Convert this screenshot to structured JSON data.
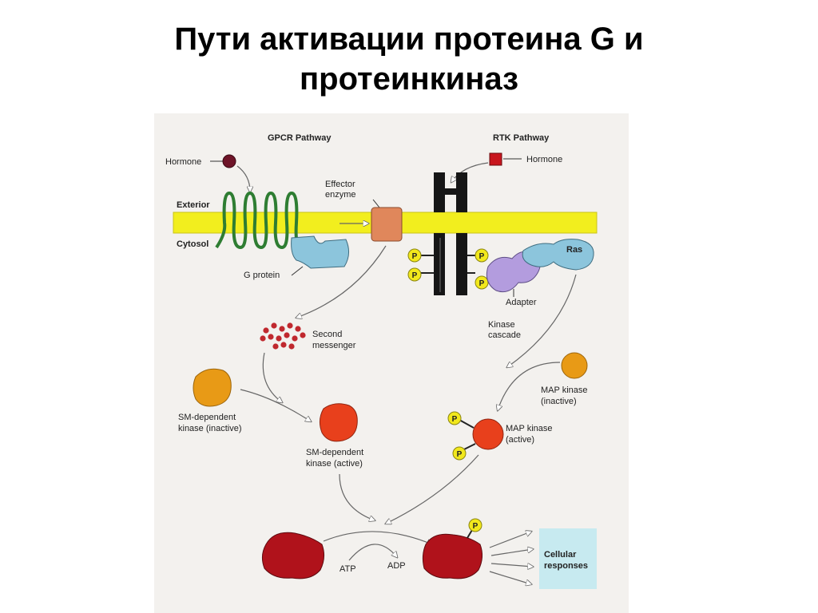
{
  "title": {
    "line1": "Пути активации протеина G и",
    "line2": "протеинкиназ"
  },
  "diagram": {
    "gpcr_pathway": "GPCR Pathway",
    "rtk_pathway": "RTK Pathway",
    "hormone_left": "Hormone",
    "hormone_right": "Hormone",
    "exterior": "Exterior",
    "cytosol": "Cytosol",
    "effector_line1": "Effector",
    "effector_line2": "enzyme",
    "g_protein": "G protein",
    "ras": "Ras",
    "adapter": "Adapter",
    "p": "P",
    "second_messenger_line1": "Second",
    "second_messenger_line2": "messenger",
    "kinase_cascade_line1": "Kinase",
    "kinase_cascade_line2": "cascade",
    "map_inactive_line1": "MAP kinase",
    "map_inactive_line2": "(inactive)",
    "map_active_line1": "MAP kinase",
    "map_active_line2": "(active)",
    "sm_inactive_line1": "SM-dependent",
    "sm_inactive_line2": "kinase (inactive)",
    "sm_active_line1": "SM-dependent",
    "sm_active_line2": "kinase (active)",
    "atp": "ATP",
    "adp": "ADP",
    "cellular_line1": "Cellular",
    "cellular_line2": "responses"
  },
  "colors": {
    "membrane": "#f2ee1e",
    "receptor_green": "#2e7d32",
    "g_protein": "#8cc5dc",
    "effector": "#e0875b",
    "messenger": "#c0282e",
    "kinase_inactive": "#e89a16",
    "kinase_active": "#e8401c",
    "target_protein": "#b0121b",
    "phosphate": "#f2e81c",
    "adapter": "#b39cde",
    "cellular_box": "#c7eaf0",
    "rtk_black": "#161616"
  }
}
